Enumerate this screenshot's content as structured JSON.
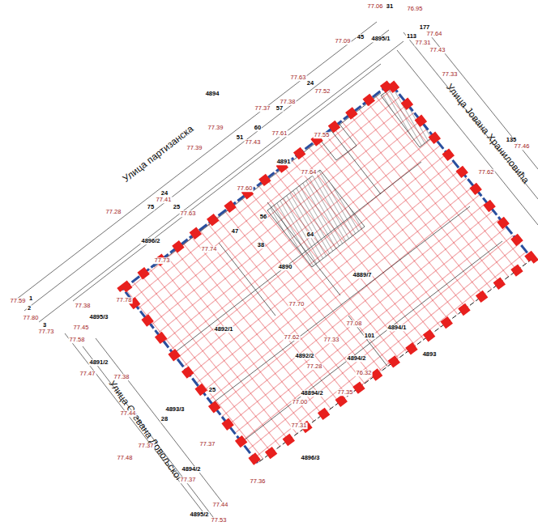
{
  "diagram": {
    "labels": [
      "Улица партизанска",
      "Улица Јована Храниловића",
      "Улица Стевана Довољског",
      "77.06",
      "76.95",
      "77.09",
      "77.64",
      "77.31",
      "77.43",
      "77.33",
      "77.46",
      "77.63",
      "77.52",
      "77.38",
      "77.37",
      "77.39",
      "77.43",
      "77.39",
      "77.41",
      "77.28",
      "77.60",
      "77.63",
      "77.73",
      "77.59",
      "77.80",
      "77.73",
      "77.38",
      "77.45",
      "77.58",
      "77.47",
      "77.38",
      "77.44",
      "77.37",
      "77.37",
      "77.48",
      "77.37",
      "77.36",
      "77.44",
      "77.53",
      "77.31",
      "77.35",
      "77.00",
      "77.64",
      "77.61",
      "77.55",
      "77.62",
      "77.78",
      "77.74",
      "77.70",
      "77.62",
      "77.33",
      "77.08",
      "76.32",
      "77.28",
      "31",
      "45",
      "177",
      "113",
      "4895/1",
      "135",
      "24",
      "4894",
      "57",
      "60",
      "51",
      "75",
      "24",
      "25",
      "4891",
      "4890",
      "4889/7",
      "4896/2",
      "4894/1",
      "4892/1",
      "4892/2",
      "48894/2",
      "4893",
      "4894/2",
      "4891/2",
      "4895/3",
      "4893/3",
      "4894/2",
      "4895/2",
      "4896/3",
      "1",
      "2",
      "3",
      "56",
      "38",
      "47",
      "64",
      "25",
      "101",
      "28"
    ]
  }
}
